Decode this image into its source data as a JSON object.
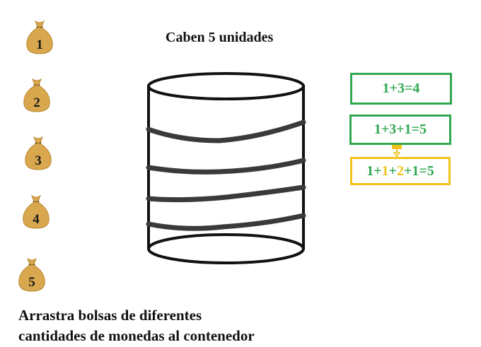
{
  "title": "Caben 5 unidades",
  "bags": [
    {
      "label": "1"
    },
    {
      "label": "2"
    },
    {
      "label": "3"
    },
    {
      "label": "4"
    },
    {
      "label": "5"
    }
  ],
  "equations": [
    {
      "text": "1+3=4"
    },
    {
      "text": "1+3+1=5"
    },
    {
      "parts": [
        "1+",
        "1",
        "+",
        "2",
        "+1=5"
      ]
    }
  ],
  "instructions": {
    "line1": "Arrastra bolsas de diferentes",
    "line2": "cantidades de monedas al contenedor"
  },
  "colors": {
    "bag": "#d9a84e",
    "bag_dark": "#b8862f",
    "equation_green": "#2fa84f",
    "equation_yellow": "#f2c21c",
    "container_stroke": "#111111",
    "container_bands": "#3a3a3a"
  }
}
